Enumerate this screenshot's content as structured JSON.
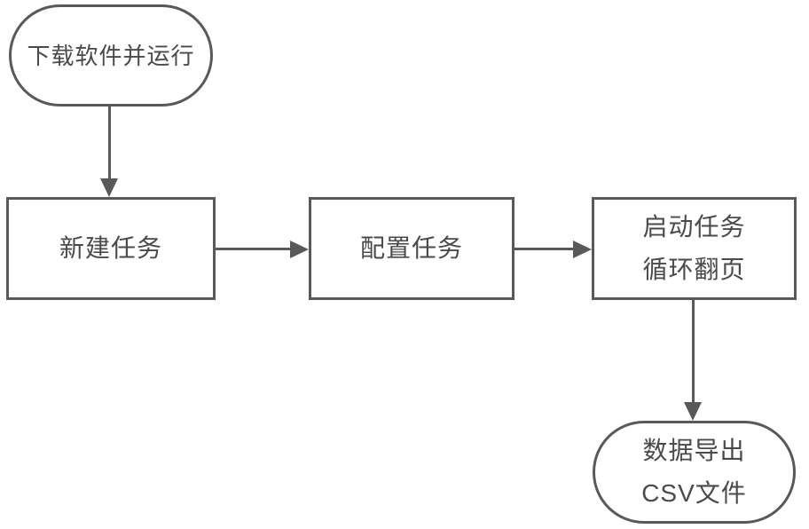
{
  "diagram": {
    "title": "task-workflow-flowchart",
    "colors": {
      "stroke": "#595959",
      "text": "#4a4a4a",
      "background": "#ffffff"
    },
    "nodes": {
      "start": {
        "type": "terminator",
        "label": "下载软件并运行"
      },
      "new_task": {
        "type": "process",
        "label": "新建任务"
      },
      "configure_task": {
        "type": "process",
        "label": "配置任务"
      },
      "run_task": {
        "type": "process",
        "line1": "启动任务",
        "line2": "循环翻页"
      },
      "export": {
        "type": "terminator",
        "line1": "数据导出",
        "line2": "CSV文件"
      }
    },
    "edges": [
      {
        "from": "start",
        "to": "new_task",
        "direction": "down"
      },
      {
        "from": "new_task",
        "to": "configure_task",
        "direction": "right"
      },
      {
        "from": "configure_task",
        "to": "run_task",
        "direction": "right"
      },
      {
        "from": "run_task",
        "to": "export",
        "direction": "down"
      }
    ]
  }
}
